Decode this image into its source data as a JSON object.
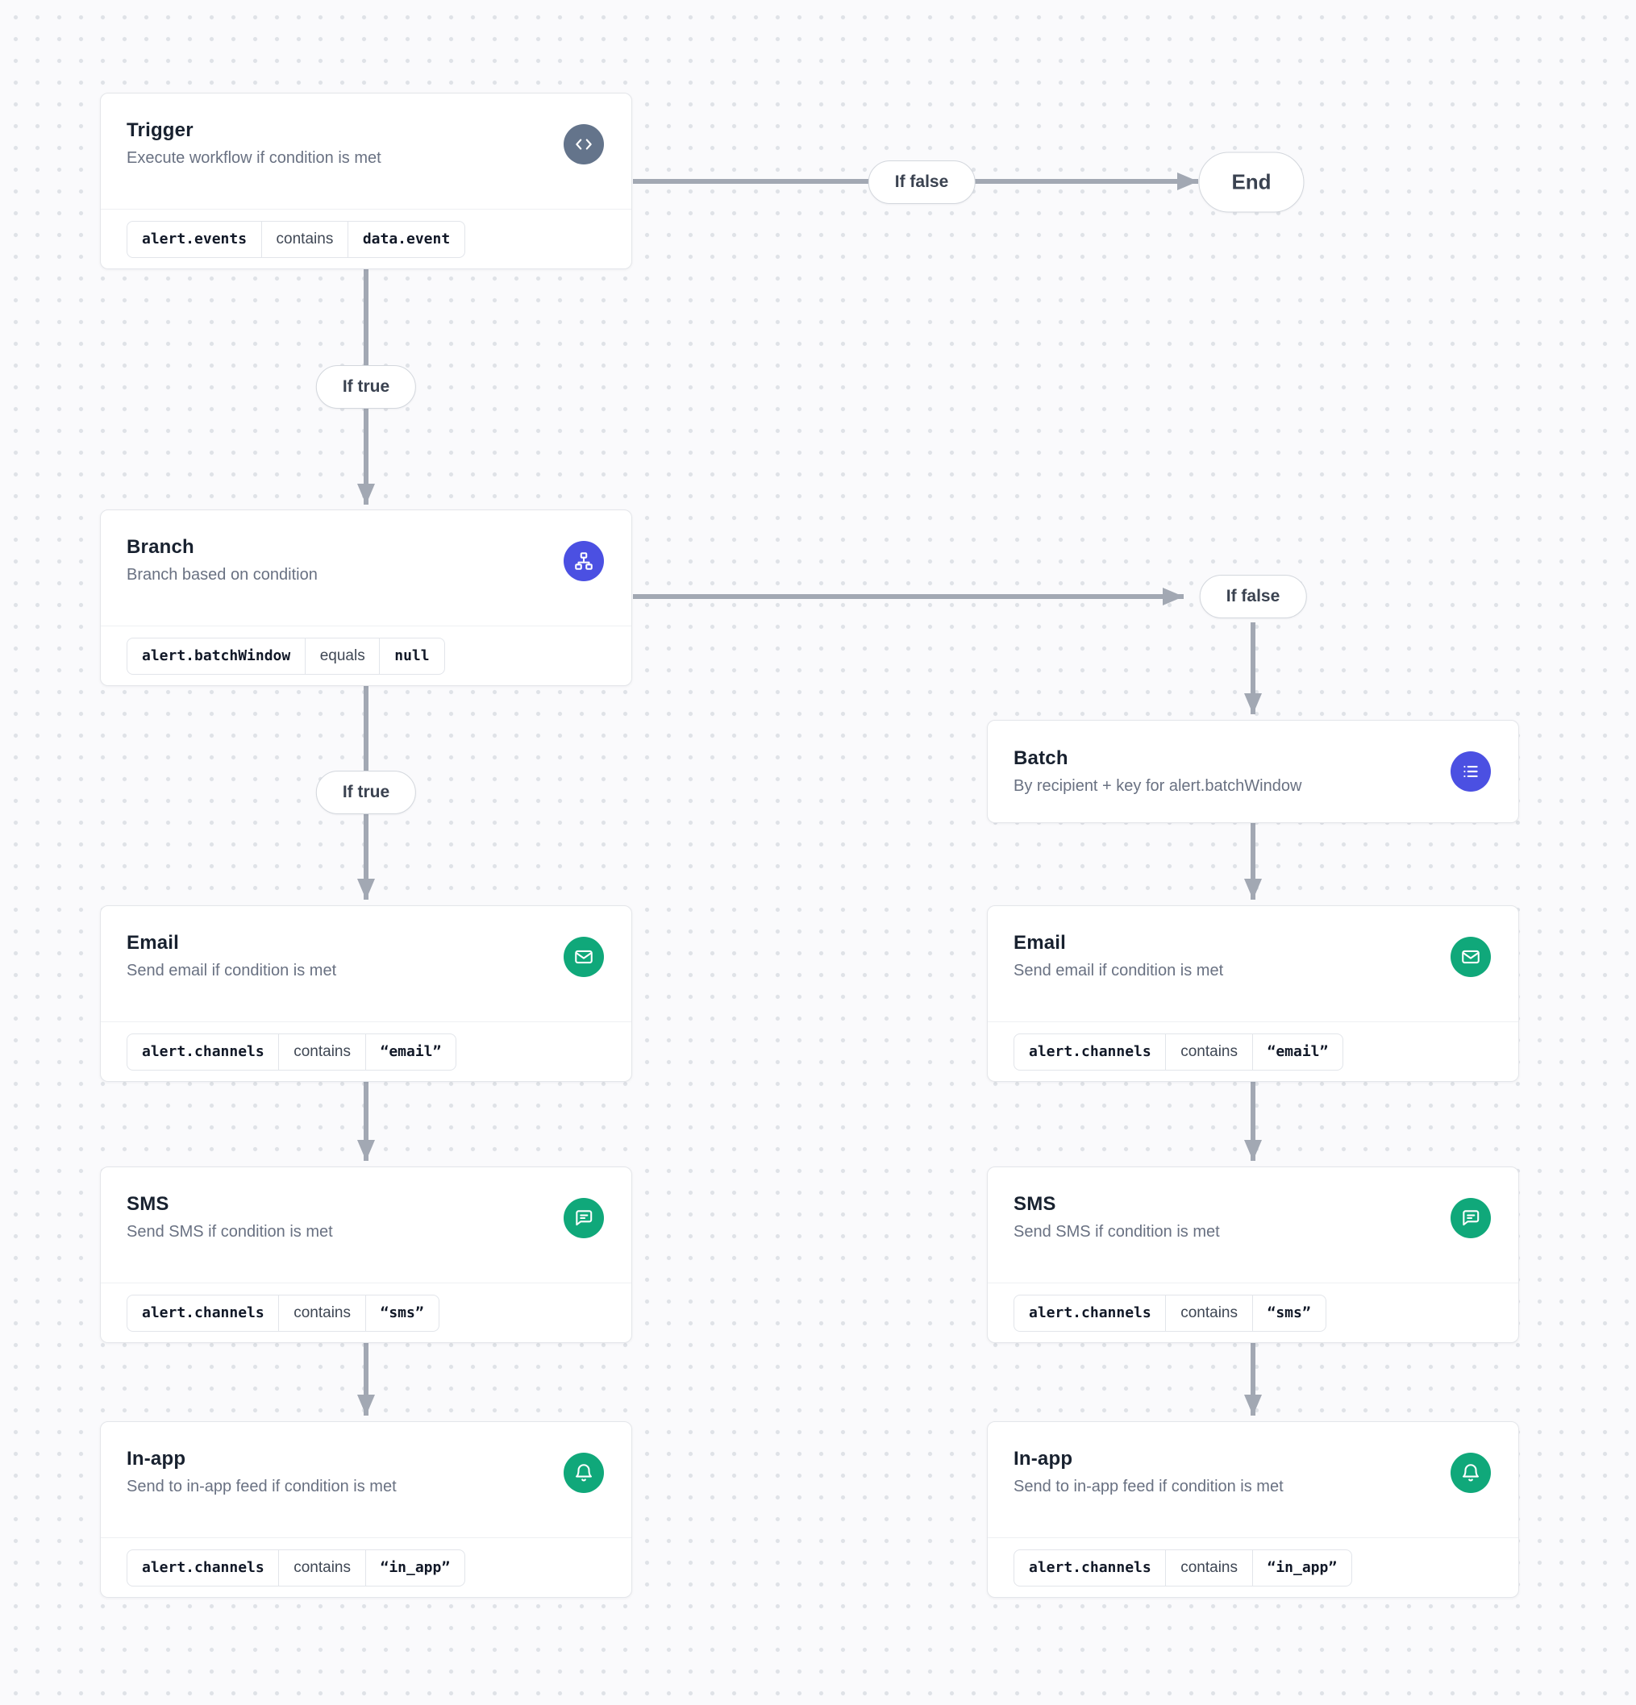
{
  "canvas": {
    "background": "#FAFAFC",
    "dot_color": "#DFE2E7"
  },
  "colors": {
    "arrow": "#A2A8B3",
    "card_border": "#E4E6EA",
    "title_text": "#18212F",
    "subtitle_text": "#697182",
    "trigger_icon_bg": "#64748B",
    "logic_icon_bg": "#4B50E2",
    "channel_icon_bg": "#10A87A"
  },
  "labels": {
    "if_true": "If true",
    "if_false": "If false",
    "end": "End"
  },
  "icons": {
    "trigger": "code-icon",
    "branch": "sitemap-icon",
    "batch": "list-icon",
    "email": "envelope-icon",
    "sms": "chat-bubble-icon",
    "in_app": "bell-icon"
  },
  "nodes": {
    "trigger": {
      "title": "Trigger",
      "subtitle": "Execute workflow if condition is met",
      "condition": {
        "field": "alert.events",
        "operator": "contains",
        "value": "data.event"
      }
    },
    "branch": {
      "title": "Branch",
      "subtitle": "Branch based on condition",
      "condition": {
        "field": "alert.batchWindow",
        "operator": "equals",
        "value": "null"
      }
    },
    "batch": {
      "title": "Batch",
      "subtitle": "By recipient + key for alert.batchWindow"
    },
    "email": {
      "title": "Email",
      "subtitle": "Send email if condition is met",
      "condition": {
        "field": "alert.channels",
        "operator": "contains",
        "value": "“email”"
      }
    },
    "sms": {
      "title": "SMS",
      "subtitle": "Send SMS if condition is met",
      "condition": {
        "field": "alert.channels",
        "operator": "contains",
        "value": "“sms”"
      }
    },
    "in_app": {
      "title": "In-app",
      "subtitle": "Send to in-app feed if condition is met",
      "condition": {
        "field": "alert.channels",
        "operator": "contains",
        "value": "“in_app”"
      }
    }
  }
}
